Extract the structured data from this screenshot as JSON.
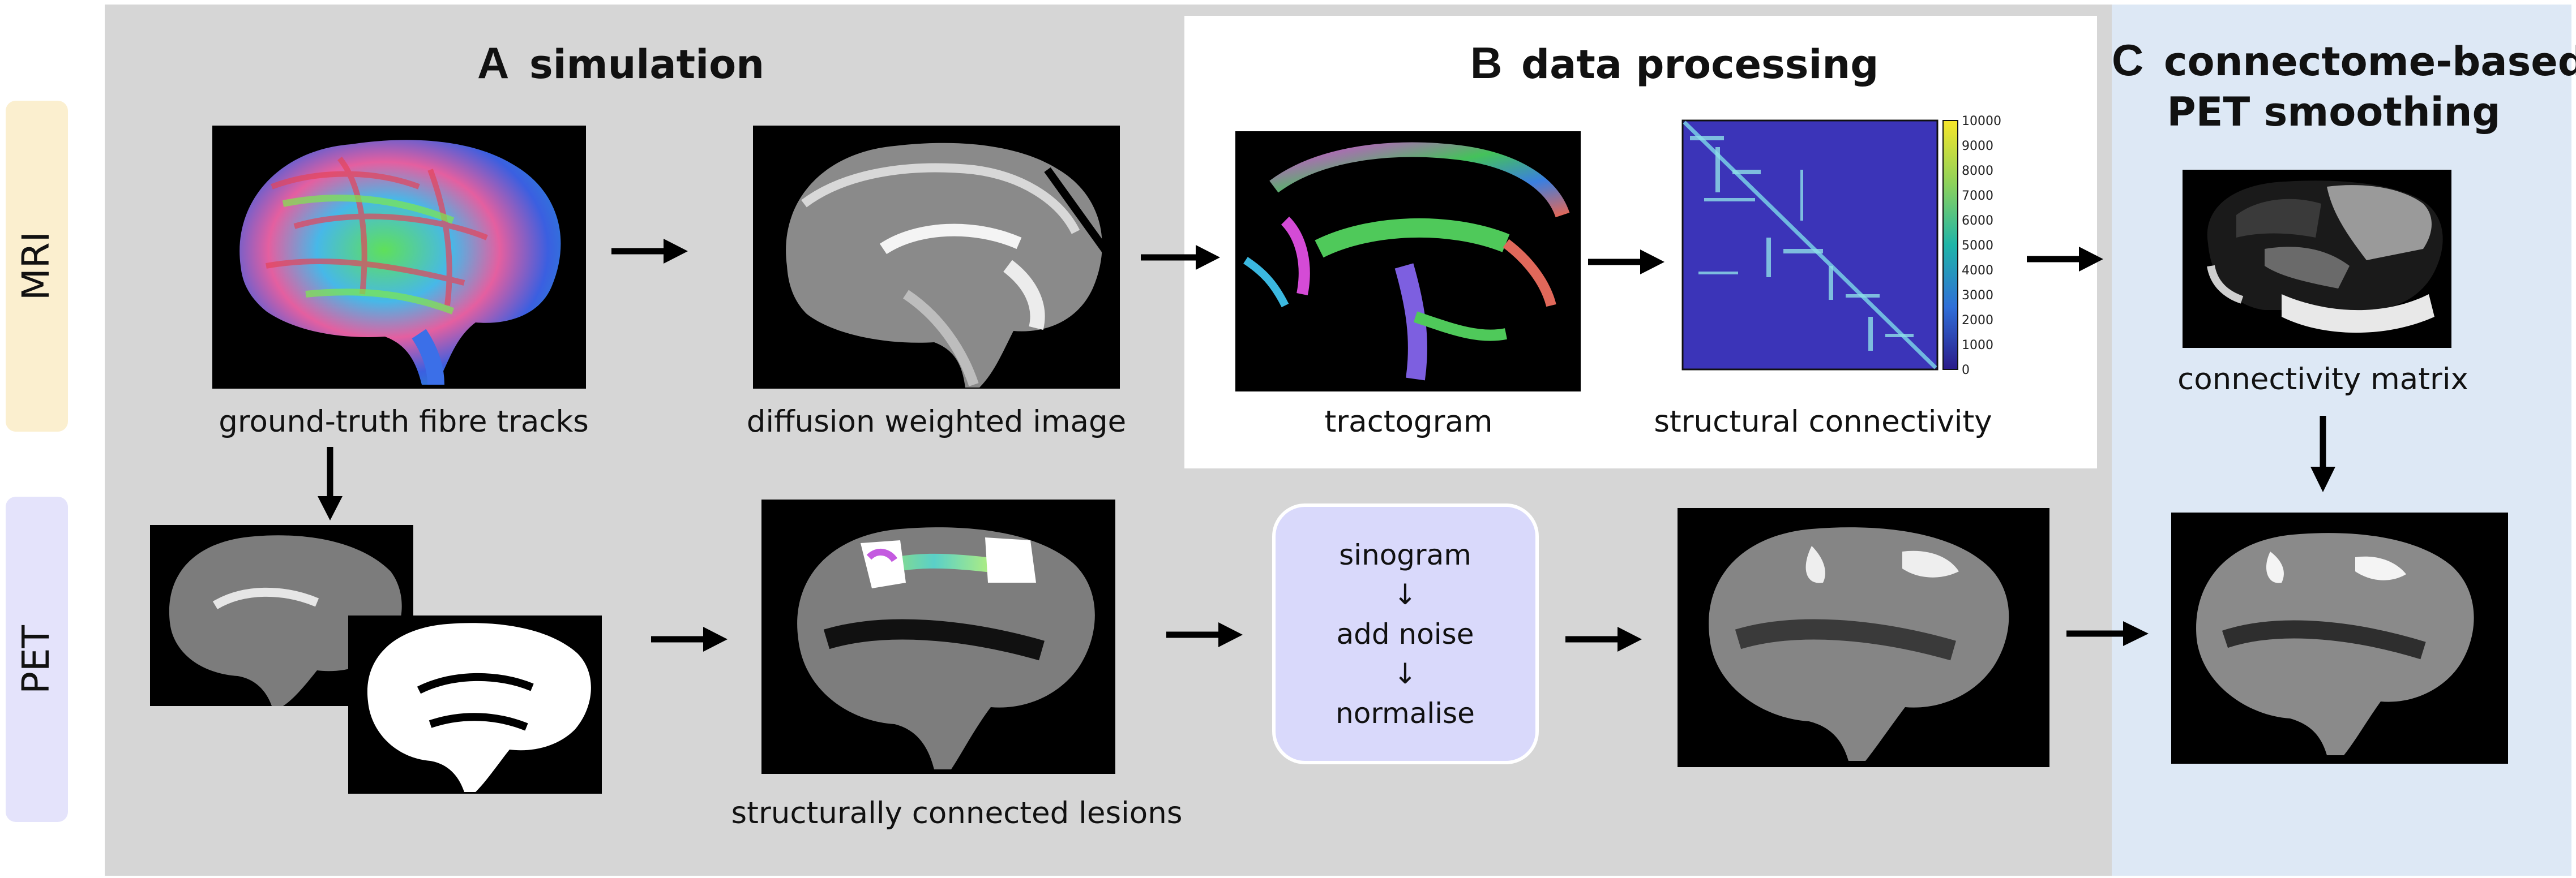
{
  "rows": {
    "mri": "MRI",
    "pet": "PET"
  },
  "sections": {
    "a": {
      "letter": "A",
      "title": "simulation"
    },
    "b": {
      "letter": "B",
      "title": "data processing"
    },
    "c": {
      "letter": "C",
      "title_line1": "connectome-based",
      "title_line2": "PET smoothing"
    }
  },
  "captions": {
    "fibre_tracks": "ground-truth fibre tracks",
    "dwi": "diffusion weighted image",
    "tractogram": "tractogram",
    "structural_connectivity": "structural connectivity",
    "connectivity_matrix": "connectivity matrix",
    "lesions": "structurally connected lesions"
  },
  "processing_steps": {
    "step1": "sinogram",
    "arrow1": "↓",
    "step2": "add noise",
    "arrow2": "↓",
    "step3": "normalise"
  },
  "colorbar": {
    "ticks": [
      "10000",
      "9000",
      "8000",
      "7000",
      "6000",
      "5000",
      "4000",
      "3000",
      "2000",
      "1000",
      "0"
    ]
  },
  "colors": {
    "panel_a": "#d6d6d6",
    "panel_b": "#ffffff",
    "panel_c": "#dde8f5",
    "mri_tab": "#fbefcf",
    "pet_tab": "#e4e3fb",
    "proc_box": "#d9d9fb",
    "matrix_bg": "#3b34b8"
  }
}
